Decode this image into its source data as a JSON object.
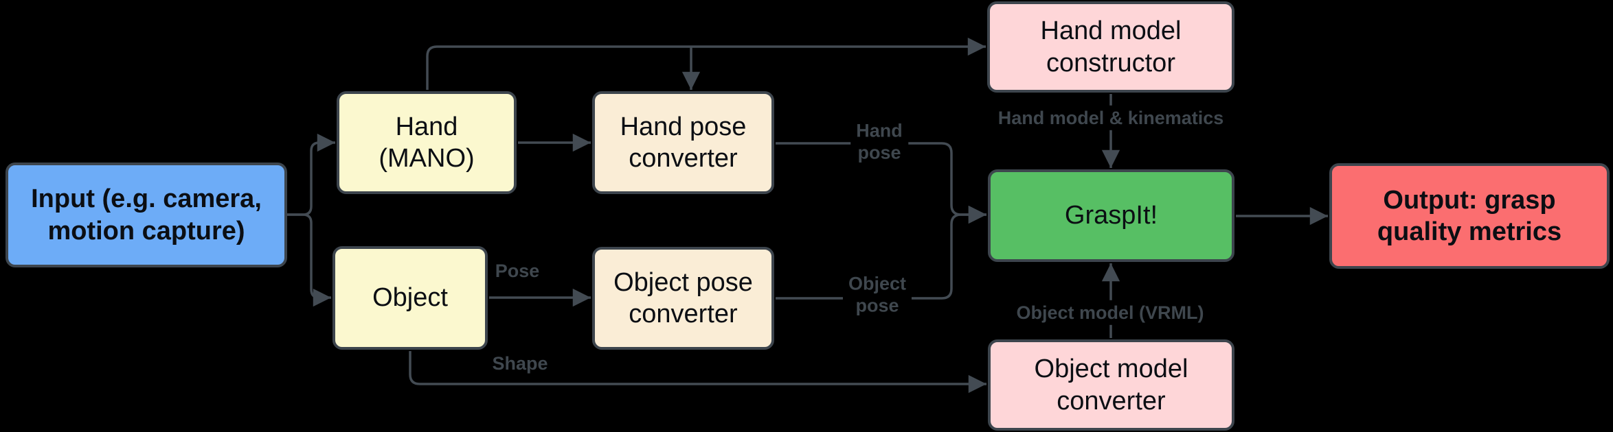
{
  "diagram": {
    "background_color": "#000000",
    "stroke_color": "#434b53",
    "edge_label_color": "#3f474e",
    "nodes": {
      "input": {
        "label": "Input (e.g. camera,\nmotion capture)",
        "fill": "#6dacf7"
      },
      "hand": {
        "label": "Hand\n(MANO)",
        "fill": "#fbf8cf"
      },
      "object": {
        "label": "Object",
        "fill": "#fbf8cf"
      },
      "hand_pose_converter": {
        "label": "Hand pose\nconverter",
        "fill": "#faedd6"
      },
      "object_pose_converter": {
        "label": "Object pose\nconverter",
        "fill": "#faedd6"
      },
      "hand_model_constructor": {
        "label": "Hand model\nconstructor",
        "fill": "#fed6d8"
      },
      "graspit": {
        "label": "GraspIt!",
        "fill": "#57bf64"
      },
      "object_model_converter": {
        "label": "Object model\nconverter",
        "fill": "#fed6d8"
      },
      "output": {
        "label": "Output: grasp\nquality metrics",
        "fill": "#fb6e70"
      }
    },
    "edge_labels": {
      "pose": "Pose",
      "shape": "Shape",
      "hand_pose": "Hand\npose",
      "object_pose": "Object\npose",
      "hand_model_kinematics": "Hand model & kinematics",
      "object_model_vrml": "Object model (VRML)"
    }
  }
}
